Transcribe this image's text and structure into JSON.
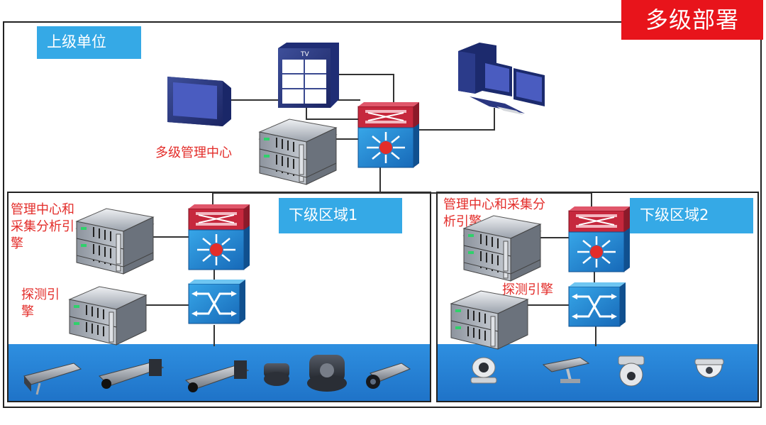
{
  "title": "多级部署",
  "top_unit": {
    "label": "上级单位",
    "center_label": "多级管理中心"
  },
  "region1": {
    "label": "下级区域1",
    "mgmt_label": "管理中心和\n采集分析引\n擎",
    "probe_label": "探测引\n擎"
  },
  "region2": {
    "label": "下级区域2",
    "mgmt_label": "管理中心和采集分\n析引擎",
    "probe_label": "探测引擎"
  },
  "icons": {
    "tv_wall": "tv-wall-icon",
    "monitor": "monitor-icon",
    "workstation": "workstation-icon",
    "server": "server-icon",
    "core_switch": "core-switch-icon",
    "access_switch": "access-switch-icon"
  },
  "tv_text": "TV",
  "colors": {
    "accent_red": "#e8141b",
    "label_blue": "#35a9e6",
    "strip_blue": "#2a86da",
    "label_red": "#e32d2a"
  }
}
